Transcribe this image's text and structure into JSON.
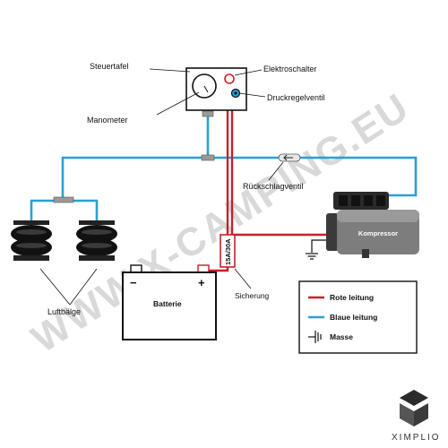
{
  "labels": {
    "steuertafel": "Steuertafel",
    "elektroschalter": "Elektroschalter",
    "druckregelventil": "Druckregelventil",
    "manometer": "Manometer",
    "rueckschlagventil": "Rückschlagventil",
    "kompressor": "Kompressor",
    "luftbalge": "Luftbälge",
    "batterie": "Batterie",
    "battery_minus": "−",
    "battery_plus": "+",
    "fuse_rating": "15A/30A",
    "sicherung": "Sicherung"
  },
  "legend": {
    "red": "Rote leitung",
    "blue": "Blaue leitung",
    "ground": "Masse"
  },
  "watermark": "WWW.X-CAMPING.EU",
  "brand": "XIMPLIO",
  "colors": {
    "red_line": "#c8202a",
    "blue_line": "#2a9fd6",
    "ground_line": "#000000",
    "outline": "#111111"
  }
}
